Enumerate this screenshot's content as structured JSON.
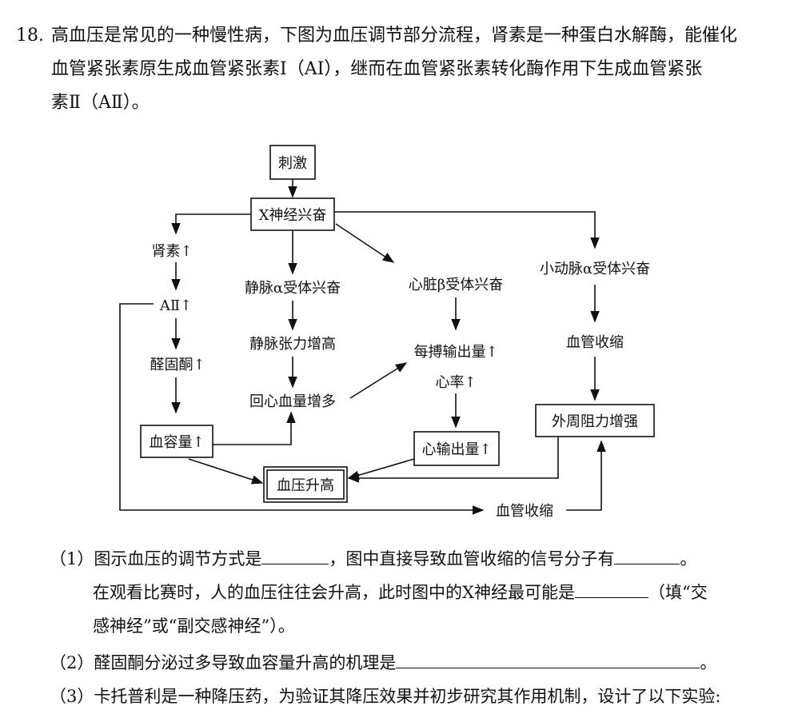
{
  "question": {
    "number": "18.",
    "intro_lines": [
      "高血压是常见的一种慢性病，下图为血压调节部分流程，肾素是一种蛋白水解酶，能催化",
      "血管紧张素原生成血管紧张素Ⅰ（AⅠ），继而在血管紧张素转化酶作用下生成血管紧张",
      "素Ⅱ（AⅡ）。"
    ]
  },
  "diagram": {
    "nodes": {
      "stimulus": "刺激",
      "x_nerve": "X神经兴奋",
      "renin": "肾素↑",
      "a2": "AⅡ↑",
      "aldosterone": "醛固酮↑",
      "blood_volume": "血容量↑",
      "vein_alpha": "静脉α受体兴奋",
      "vein_tension": "静脉张力增高",
      "return_flow": "回心血量增多",
      "heart_beta": "心脏β受体兴奋",
      "stroke_volume": "每搏输出量↑",
      "heart_rate": "心率↑",
      "cardiac_output": "心输出量↑",
      "arteriole_alpha": "小动脉α受体兴奋",
      "vasoconstriction_right": "血管收缩",
      "resistance": "外周阻力增强",
      "bp_rise": "血压升高",
      "vasoconstriction_bottom": "血管收缩"
    }
  },
  "questions": {
    "q1_prefix": "（1）",
    "q1_a": "图示血压的调节方式是",
    "q1_b": "，图中直接导致血管收缩的信号分子有",
    "q1_c": "。",
    "q1_line2_a": "在观看比赛时，人的血压往往会升高，此时图中的X神经最可能是",
    "q1_line2_b": "（填“交",
    "q1_line3": "感神经”或“副交感神经”）。",
    "q2_prefix": "（2）",
    "q2_a": "醛固酮分泌过多导致血容量升高的机理是",
    "q2_b": "。",
    "q3_prefix": "（3）",
    "q3_a": "卡托普利是一种降压药，为验证其降压效果并初步研究其作用机制，设计了以下实验:"
  }
}
